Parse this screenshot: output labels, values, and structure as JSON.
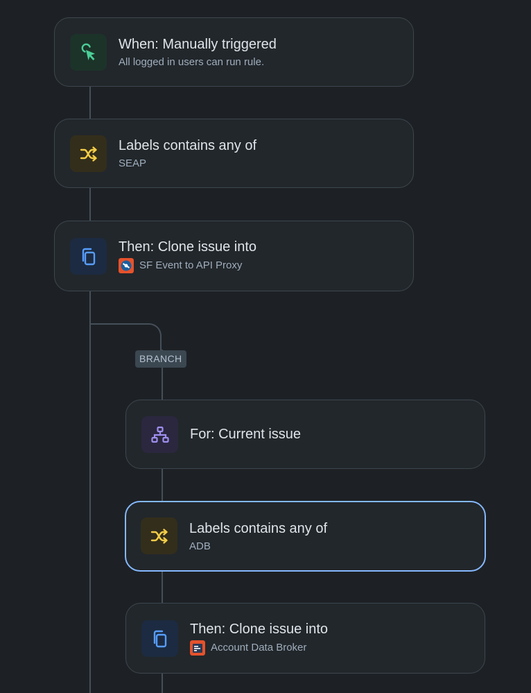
{
  "rule": {
    "trigger": {
      "title": "When: Manually triggered",
      "subtitle": "All logged in users can run rule.",
      "icon": "cursor-click-icon",
      "accent": "#4bce97"
    },
    "condition1": {
      "title": "Labels contains any of",
      "subtitle": "SEAP",
      "icon": "shuffle-icon",
      "accent": "#f5cd47"
    },
    "action1": {
      "title": "Then: Clone issue into",
      "project": "SF Event to API Proxy",
      "icon": "copy-icon",
      "project_icon": "project-avatar-proxy-icon",
      "accent": "#579dff"
    },
    "branch": {
      "label": "BRANCH",
      "for": {
        "title": "For: Current issue",
        "icon": "hierarchy-icon",
        "accent": "#9f8fef"
      },
      "condition2": {
        "title": "Labels contains any of",
        "subtitle": "ADB",
        "icon": "shuffle-icon",
        "accent": "#f5cd47",
        "selected": true
      },
      "action2": {
        "title": "Then: Clone issue into",
        "project": "Account Data Broker",
        "icon": "copy-icon",
        "project_icon": "project-avatar-broker-icon",
        "accent": "#579dff"
      }
    }
  },
  "colors": {
    "background": "#1d2125",
    "card": "#22272b",
    "card_border": "#3d464f",
    "selected_border": "#85b8ff",
    "connector": "#454f59"
  }
}
